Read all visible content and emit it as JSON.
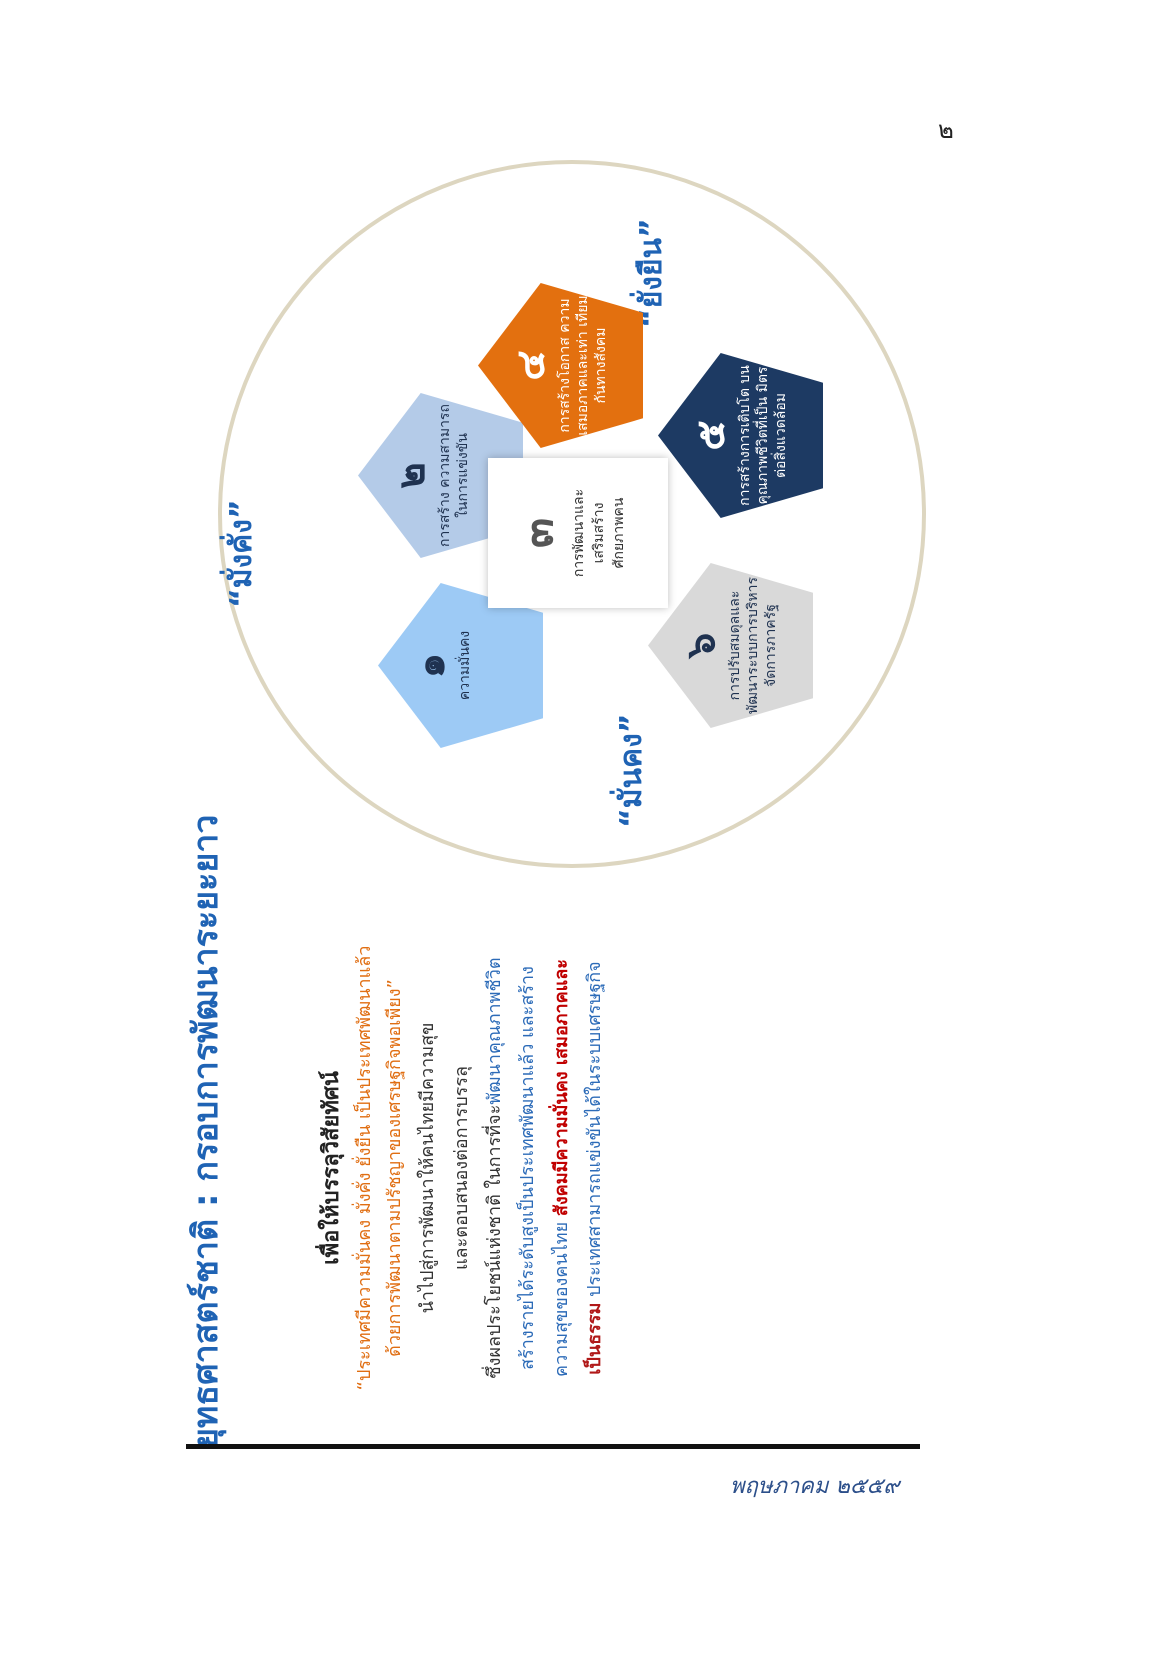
{
  "page_number": "๒",
  "title": "ยุทธศาสตร์ชาติ : กรอบการพัฒนาระยะยาว",
  "intro": {
    "heading": "เพื่อให้บรรลุวิสัยทัศน์",
    "vision_line1": "“ประเทศมีความมั่นคง มั่งคั่ง ยั่งยืน เป็นประเทศพัฒนาแล้ว",
    "vision_line2": "ด้วยการพัฒนาตามปรัชญาของเศรษฐกิจพอเพียง”",
    "line3": "นำไปสู่การพัฒนาให้คนไทยมีความสุข",
    "line4": "และตอบสนองต่อการบรรลุ",
    "line5a": "ซึ่งผลประโยชน์แห่งชาติ ในการที่จะ",
    "line5b": "พัฒนาคุณภาพชีวิต",
    "line6": "สร้างรายได้ระดับสูงเป็นประเทศพัฒนาแล้ว และสร้าง",
    "line7a": "ความสุขของคนไทย ",
    "line7b": "สังคมมีความมั่นคง เสมอภาคและ",
    "line8a": "เป็นธรรม",
    "line8b": " ประเทศสามารถแข่งขันได้ในระบบเศรษฐกิจ"
  },
  "diagram": {
    "words": {
      "security": "“มั่นคง”",
      "prosperity": "“มั่งคั่ง”",
      "sustainability": "“ยั่งยืน”"
    },
    "center": {
      "number": "๓",
      "text_line1": "การพัฒนาและ",
      "text_line2": "เสริมสร้าง",
      "text_line3": "ศักยภาพคน"
    },
    "pentagons": [
      {
        "number": "๑",
        "text": "ความมั่นคง",
        "color": "#9dcaf5"
      },
      {
        "number": "๒",
        "text": "การสร้าง ความสามารถ ในการแข่งขัน",
        "color": "#b4cbe8"
      },
      {
        "number": "๔",
        "text": "การสร้างโอกาส ความเสมอภาคและเท่า เทียมกันทางสังคม",
        "color": "#e3700f"
      },
      {
        "number": "๕",
        "text": "การสร้างการเติบโต บนคุณภาพชีวิตที่เป็น มิตรต่อสิ่งแวดล้อม",
        "color": "#1d3a63"
      },
      {
        "number": "๖",
        "text": "การปรับสมดุลและ พัฒนาระบบการบริหาร จัดการภาครัฐ",
        "color": "#d9d9d9"
      }
    ]
  },
  "footer": {
    "date": "พฤษภาคม ๒๕๕๙"
  }
}
